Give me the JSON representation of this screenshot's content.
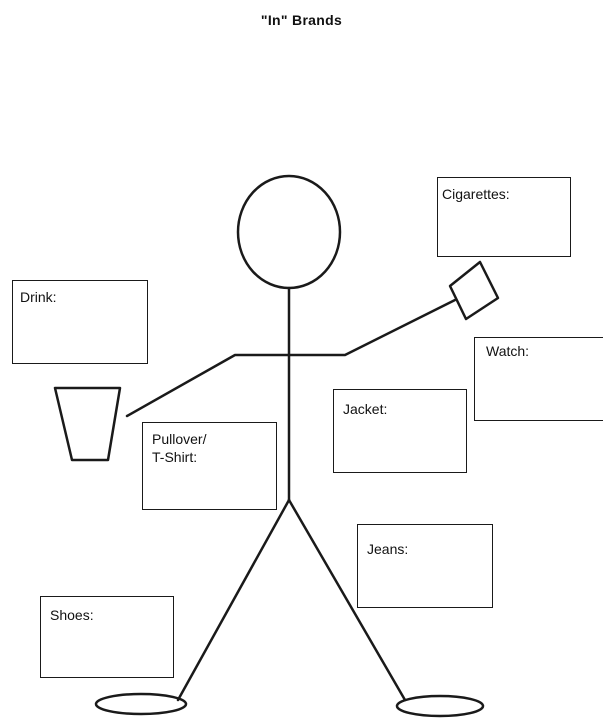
{
  "title": "\"In\" Brands",
  "labels": {
    "cigarettes": "Cigarettes:",
    "drink": "Drink:",
    "watch": "Watch:",
    "jacket": "Jacket:",
    "pullover": "Pullover/\nT-Shirt:",
    "jeans": "Jeans:",
    "shoes": "Shoes:"
  },
  "colors": {
    "ink": "#1a1a1a",
    "background": "#ffffff"
  }
}
